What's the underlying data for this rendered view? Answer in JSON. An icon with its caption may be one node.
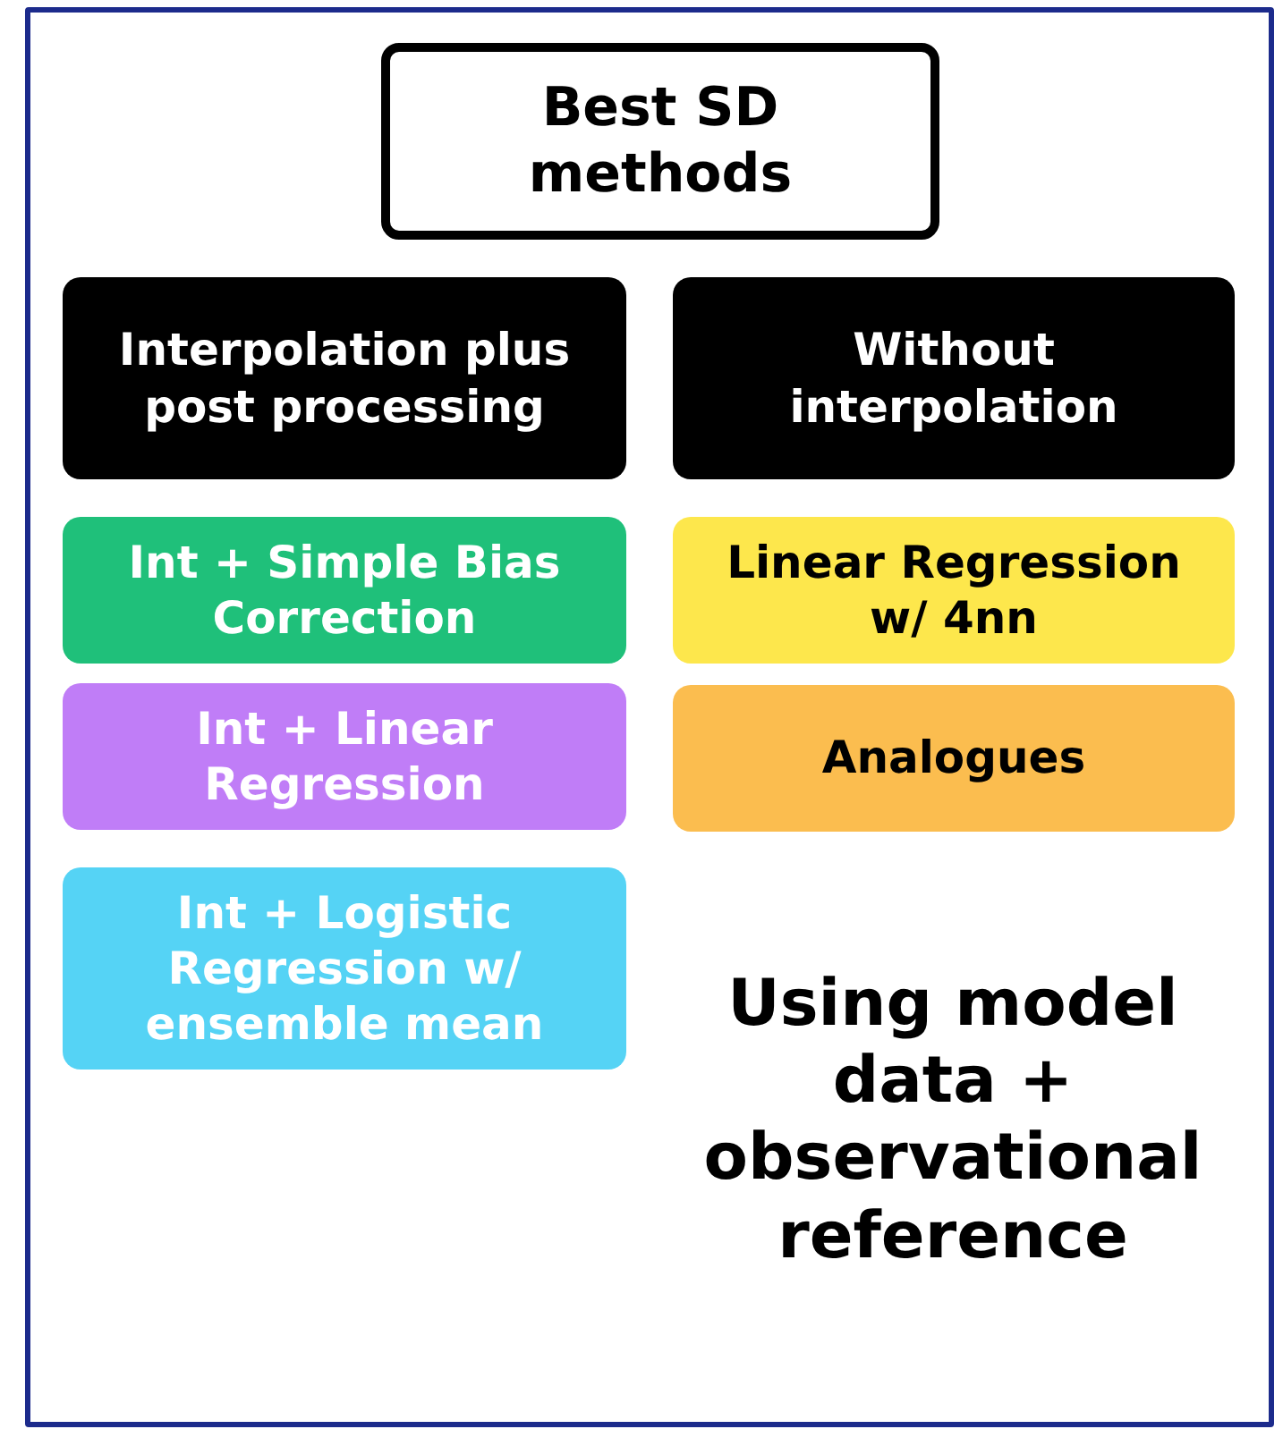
{
  "diagram": {
    "nodes": [
      {
        "text": [
          "Best SD methods"
        ]
      },
      {
        "text": [
          "Interpolation plus post processing"
        ]
      },
      {
        "text": [
          "Without interpolation"
        ]
      },
      {
        "text": [
          "Int + Simple Bias Correction"
        ]
      },
      {
        "text": [
          "Linear Regression w/ 4nn"
        ]
      },
      {
        "text": [
          "Int + Linear Regression"
        ]
      },
      {
        "text": [
          "Analogues"
        ]
      },
      {
        "text": [
          "Int + Logistic Regression w/ ensemble mean"
        ]
      }
    ],
    "edges": [],
    "labels": [
      "Using model data + observational reference"
    ]
  }
}
